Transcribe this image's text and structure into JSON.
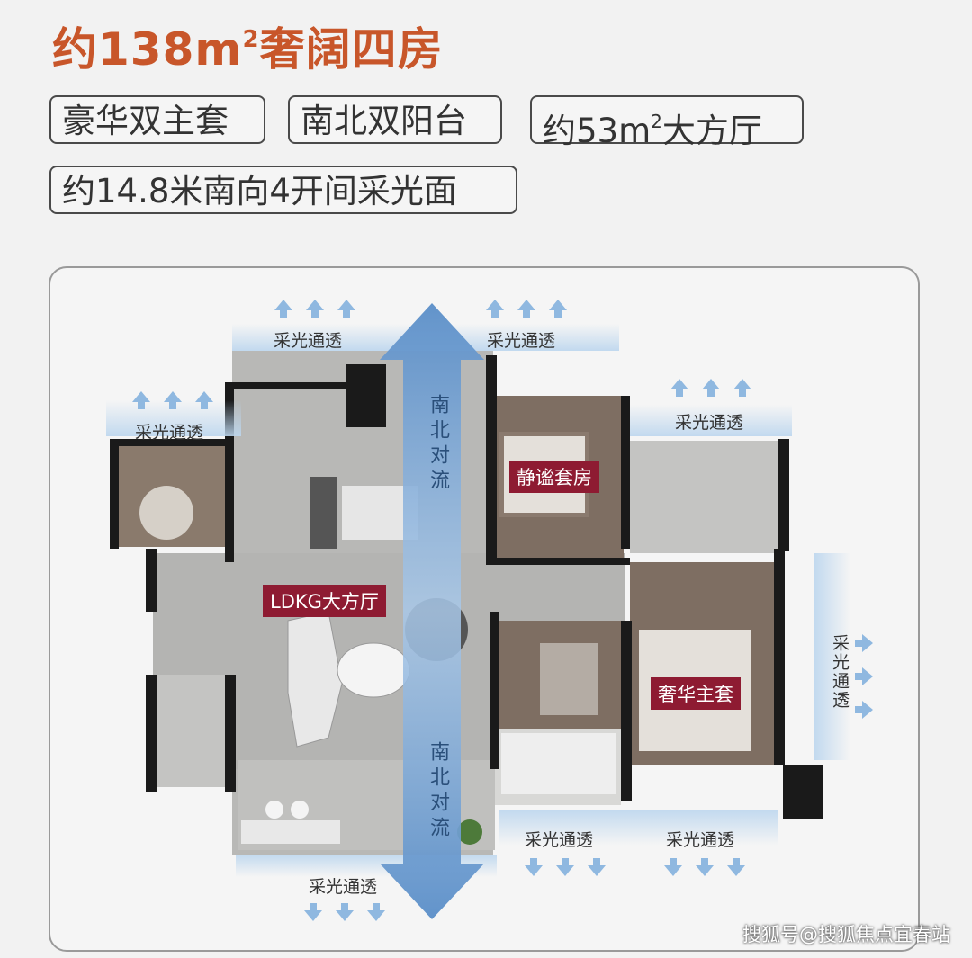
{
  "header": {
    "title_prefix": "约138m",
    "title_sup": "2",
    "title_suffix": "奢阔四房"
  },
  "tags": [
    {
      "text": "豪华双主套"
    },
    {
      "text": "南北双阳台"
    },
    {
      "text_prefix": "约53m",
      "text_sup": "2",
      "text_suffix": "大方厅"
    },
    {
      "text": "约14.8米南向4开间采光面"
    }
  ],
  "floorplan": {
    "light_label": "采光通透",
    "flow_label": "南北对流",
    "rooms": {
      "quiet_suite": "静谧套房",
      "ldkg": "LDKG大方厅",
      "master_suite": "奢华主套"
    }
  },
  "watermark": "搜狐号@搜狐焦点宜春站",
  "colors": {
    "title": "#c8562a",
    "room_tag": "#8e1b32",
    "flow_arrow": "#5a8ec8",
    "light_arrow": "#8fb8e0"
  }
}
